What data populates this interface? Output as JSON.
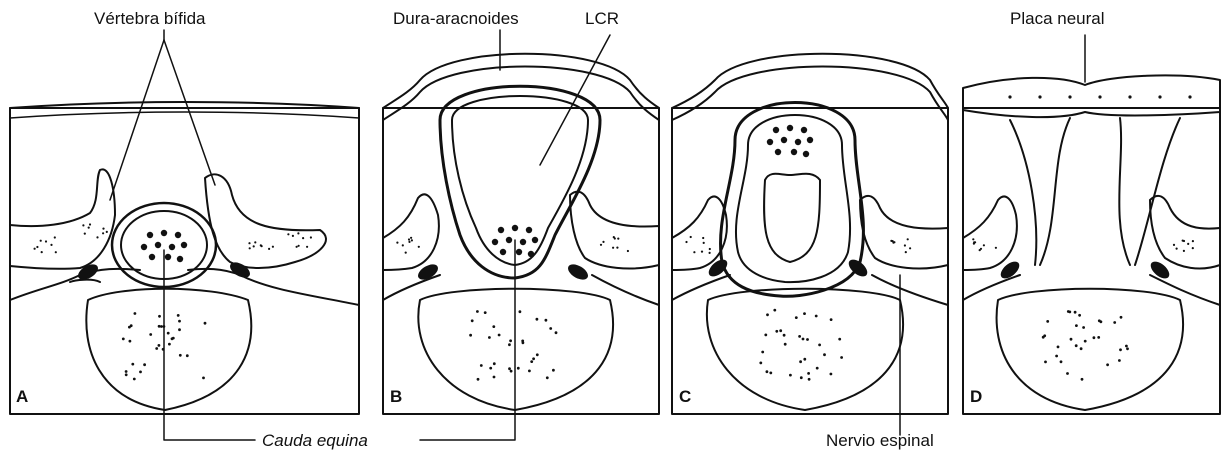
{
  "labels": {
    "vertebra_bifida": "Vértebra bífida",
    "dura_aracnoides": "Dura-aracnoides",
    "lcr": "LCR",
    "placa_neural": "Placa neural",
    "cauda_equina": "Cauda equina",
    "nervio_espinal": "Nervio espinal"
  },
  "panels": [
    {
      "letter": "A"
    },
    {
      "letter": "B"
    },
    {
      "letter": "C"
    },
    {
      "letter": "D"
    }
  ],
  "colors": {
    "ink": "#111111",
    "background": "#ffffff"
  }
}
